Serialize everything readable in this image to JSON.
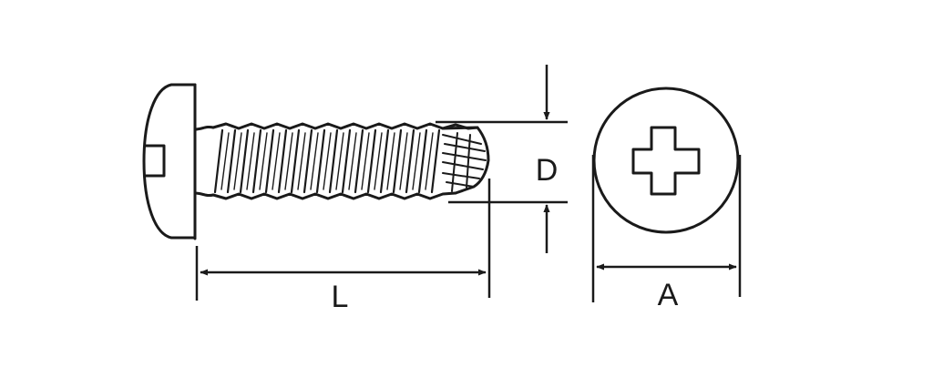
{
  "colors": {
    "line": "#1a1a1a",
    "background": "#ffffff"
  },
  "dimensions": {
    "length_label": "L",
    "diameter_label": "D",
    "head_width_label": "A"
  }
}
